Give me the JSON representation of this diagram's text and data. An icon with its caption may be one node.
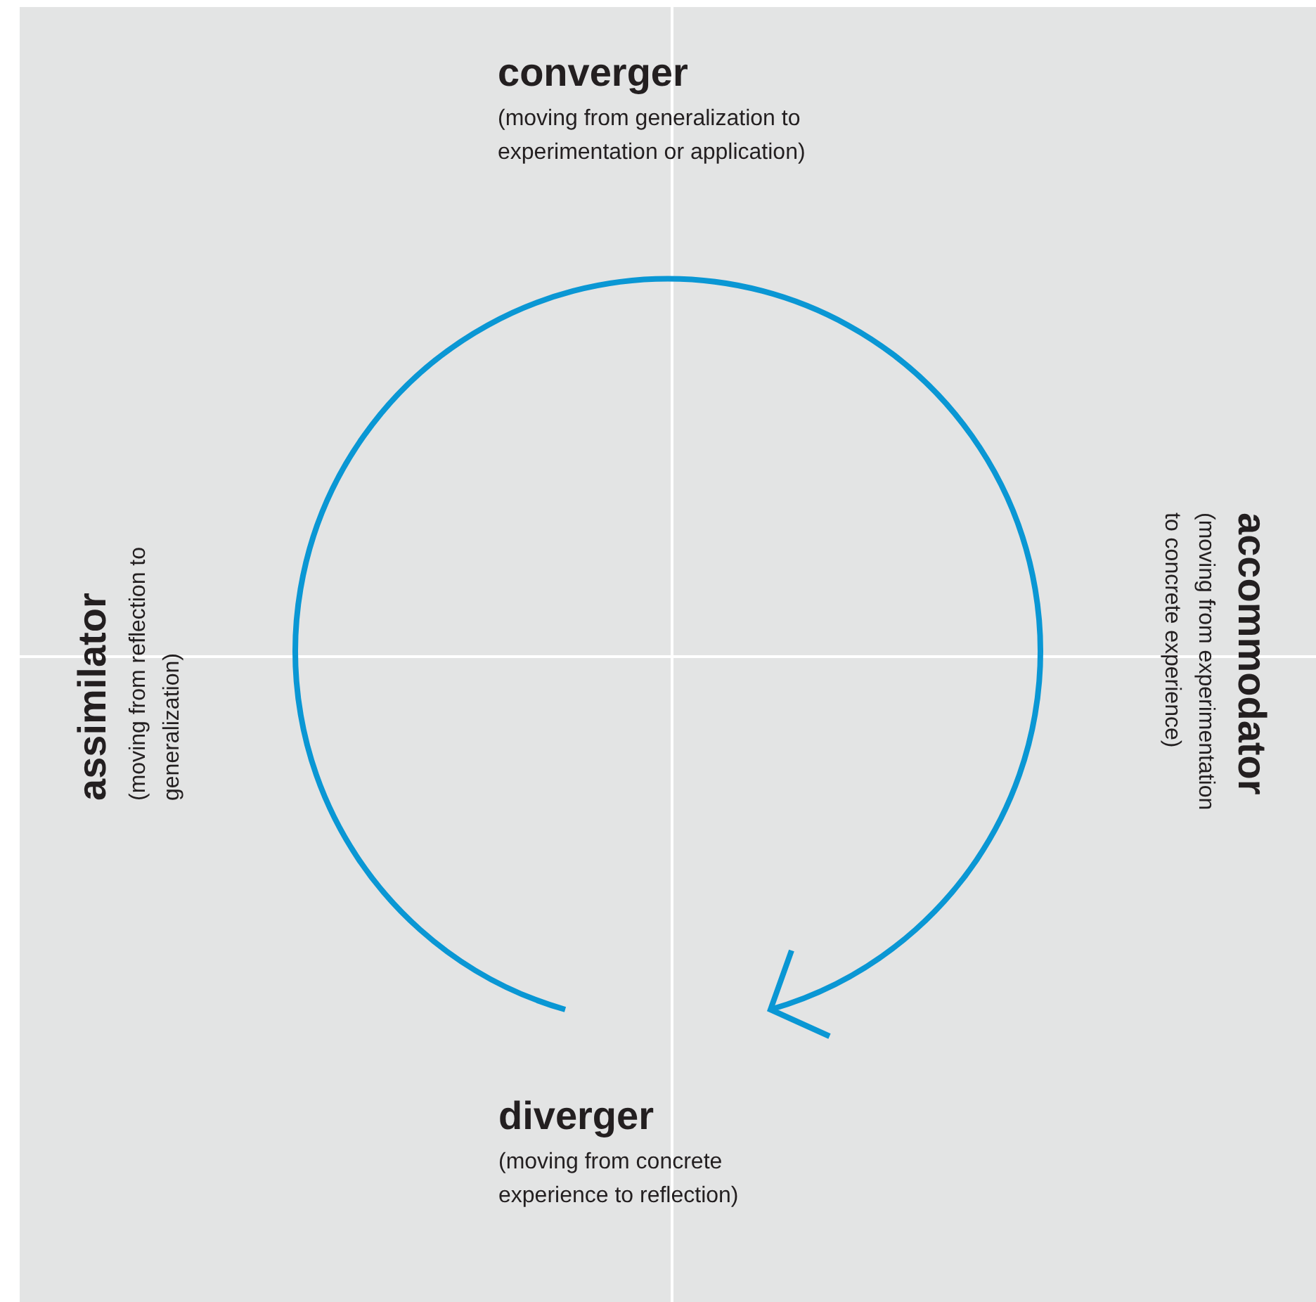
{
  "diagram": {
    "labels": [
      "converger",
      "(moving from generalization to experimentation or application)",
      "assimilator",
      "(moving from reflection to generalization)",
      "accommodator",
      "(moving from experimentation to concrete experience)",
      "diverger",
      "(moving from concrete experience to reflection)"
    ]
  }
}
